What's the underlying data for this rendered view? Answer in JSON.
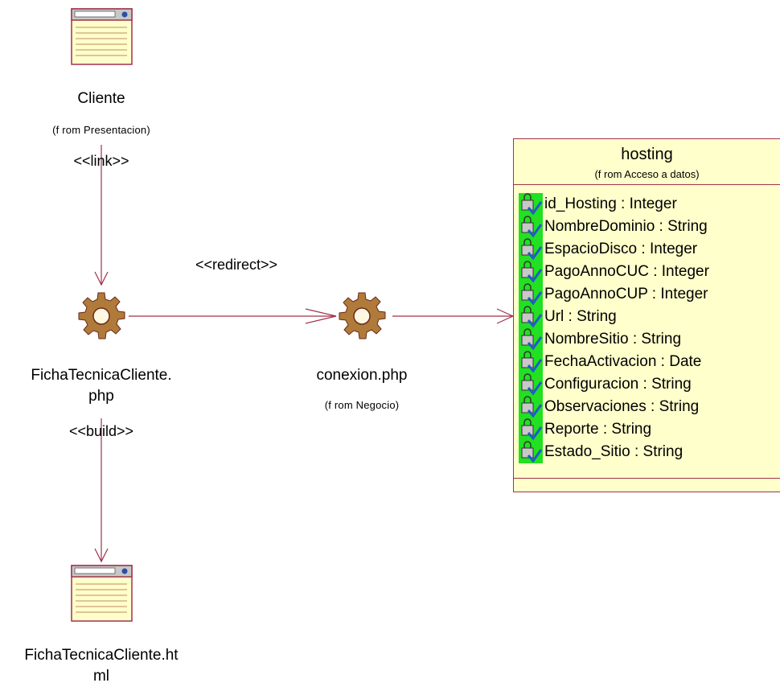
{
  "nodes": {
    "cliente": {
      "name": "Cliente",
      "from": "(f rom Presentacion)"
    },
    "ficha_php": {
      "name_line1": "FichaTecnicaCliente.",
      "name_line2": "php"
    },
    "conexion": {
      "name": "conexion.php",
      "from": "(f rom Negocio)"
    },
    "ficha_html": {
      "name_line1": "FichaTecnicaCliente.ht",
      "name_line2": "ml"
    }
  },
  "edges": {
    "link": "<<link>>",
    "redirect": "<<redirect>>",
    "build": "<<build>>"
  },
  "hosting": {
    "name": "hosting",
    "from": "(f rom Acceso a datos)",
    "attributes": [
      "id_Hosting : Integer",
      "NombreDominio : String",
      "EspacioDisco : Integer",
      "PagoAnnoCUC : Integer",
      "PagoAnnoCUP : Integer",
      "Url : String",
      "NombreSitio : String",
      "FechaActivacion : Date",
      "Configuracion : String",
      "Observaciones : String",
      "Reporte : String",
      "Estado_Sitio : String"
    ]
  },
  "colors": {
    "line": "#a0324b",
    "class_fill": "#ffffcc",
    "attr_icon_bg": "#22e022",
    "gear": "#b07a3a"
  }
}
